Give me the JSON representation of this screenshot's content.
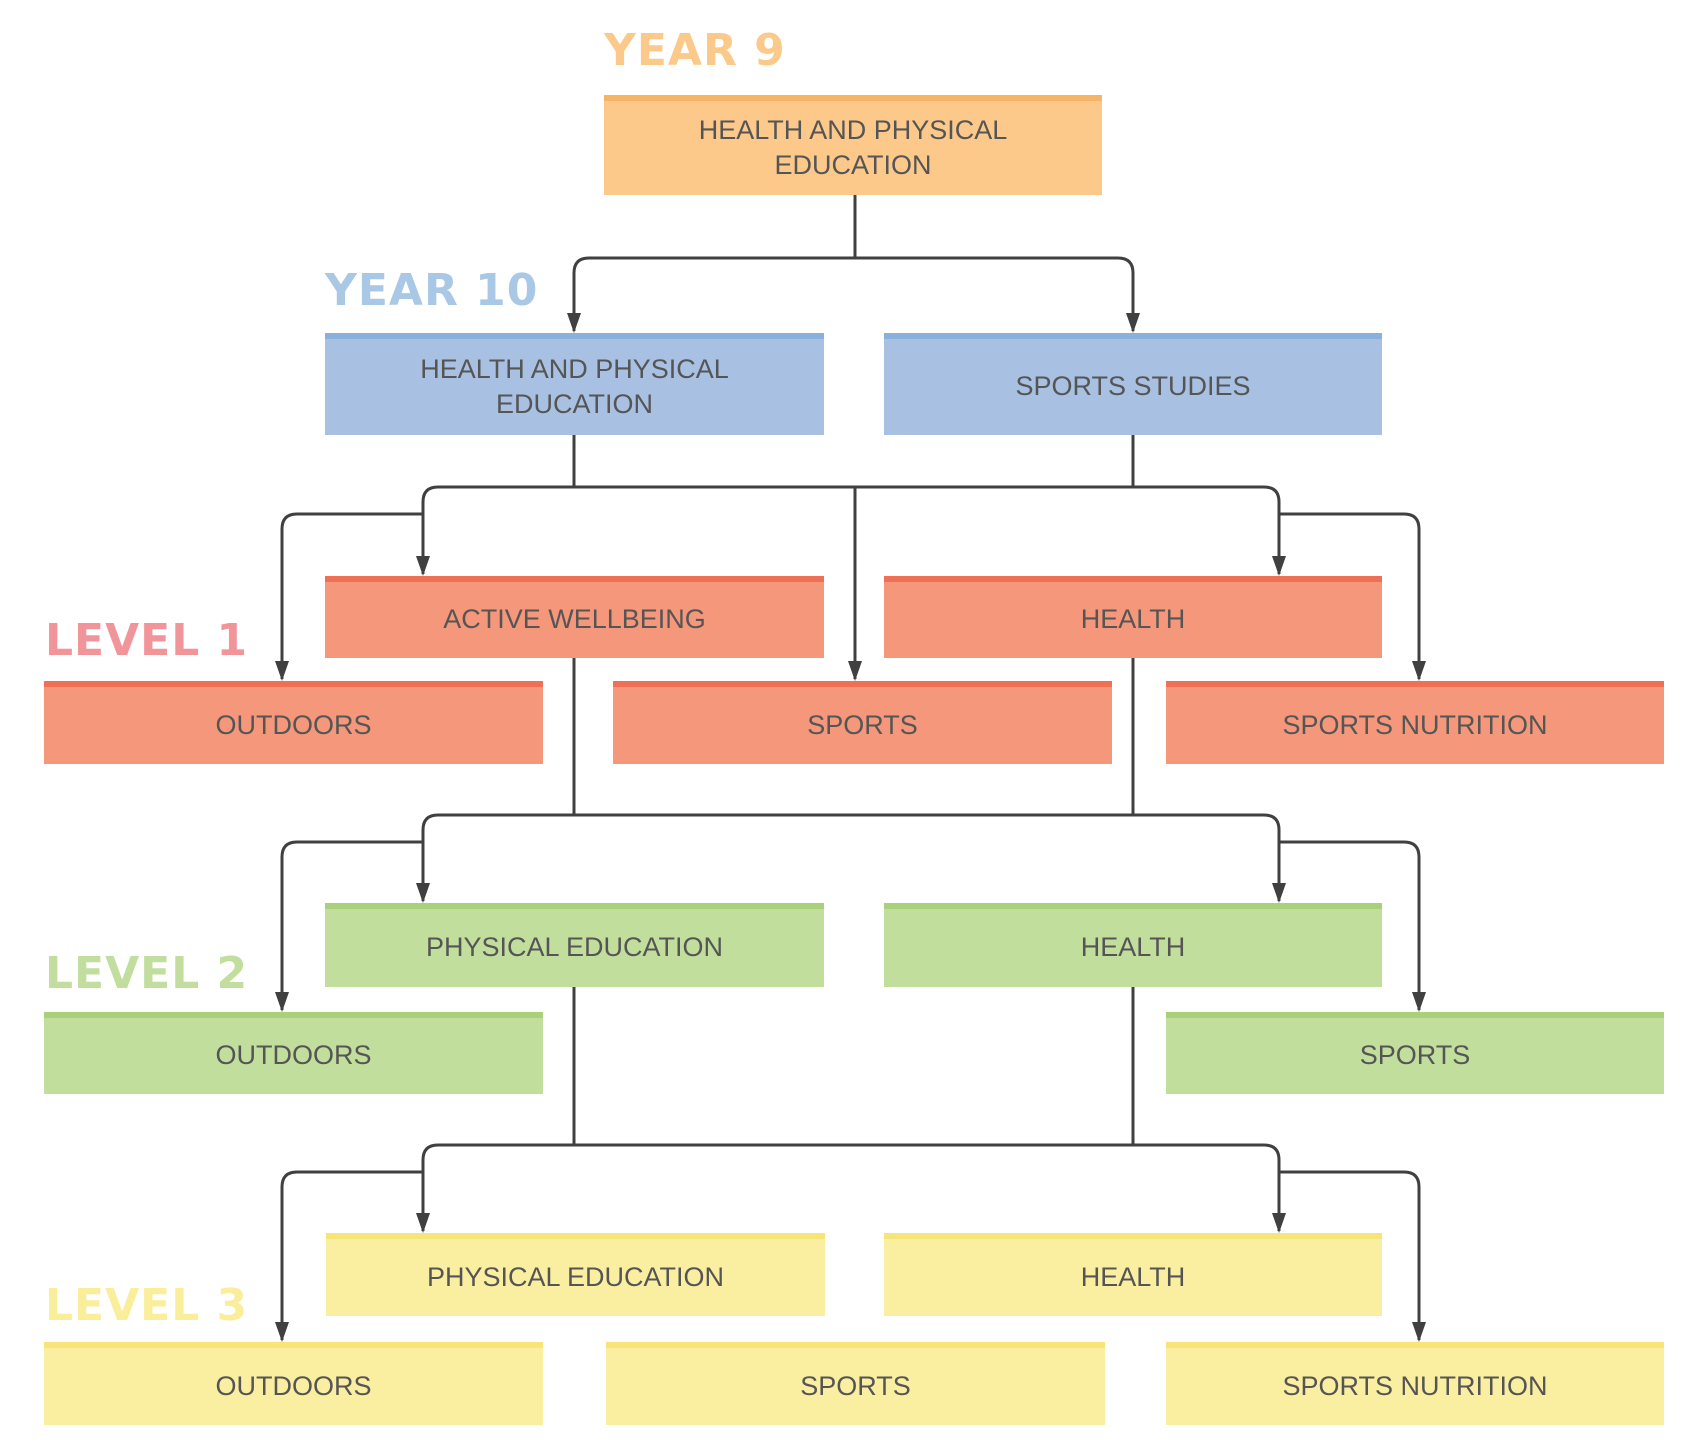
{
  "title": "Health and Physical Education pathway",
  "tiers": [
    {
      "id": "year9",
      "label": "YEAR 9",
      "label_color": "#FBC98A",
      "fill": "#FCC98A",
      "bar": "#F7B466"
    },
    {
      "id": "year10",
      "label": "YEAR 10",
      "label_color": "#A8C8E6",
      "fill": "#A8C1E2",
      "bar": "#8AB0DC"
    },
    {
      "id": "level1",
      "label": "LEVEL 1",
      "label_color": "#F2959A",
      "fill": "#F4977A",
      "bar": "#F07055"
    },
    {
      "id": "level2",
      "label": "LEVEL 2",
      "label_color": "#C2DE9E",
      "fill": "#C2DE9D",
      "bar": "#A9D17A"
    },
    {
      "id": "level3",
      "label": "LEVEL 3",
      "label_color": "#FAEE9A",
      "fill": "#FAEEA0",
      "bar": "#F8E57A"
    }
  ],
  "nodes": {
    "y9_hpe": {
      "tier": "year9",
      "text": "HEALTH AND PHYSICAL\nEDUCATION"
    },
    "y10_hpe": {
      "tier": "year10",
      "text": "HEALTH AND PHYSICAL\nEDUCATION"
    },
    "y10_sports_studies": {
      "tier": "year10",
      "text": "SPORTS STUDIES"
    },
    "l1_active_wellbeing": {
      "tier": "level1",
      "text": "ACTIVE WELLBEING"
    },
    "l1_health": {
      "tier": "level1",
      "text": "HEALTH"
    },
    "l1_outdoors": {
      "tier": "level1",
      "text": "OUTDOORS"
    },
    "l1_sports": {
      "tier": "level1",
      "text": "SPORTS"
    },
    "l1_sports_nutrition": {
      "tier": "level1",
      "text": "SPORTS NUTRITION"
    },
    "l2_physical_education": {
      "tier": "level2",
      "text": "PHYSICAL EDUCATION"
    },
    "l2_health": {
      "tier": "level2",
      "text": "HEALTH"
    },
    "l2_outdoors": {
      "tier": "level2",
      "text": "OUTDOORS"
    },
    "l2_sports": {
      "tier": "level2",
      "text": "SPORTS"
    },
    "l3_physical_education": {
      "tier": "level3",
      "text": "PHYSICAL EDUCATION"
    },
    "l3_health": {
      "tier": "level3",
      "text": "HEALTH"
    },
    "l3_outdoors": {
      "tier": "level3",
      "text": "OUTDOORS"
    },
    "l3_sports": {
      "tier": "level3",
      "text": "SPORTS"
    },
    "l3_sports_nutrition": {
      "tier": "level3",
      "text": "SPORTS NUTRITION"
    }
  },
  "connections": [
    {
      "from": [
        "y9_hpe"
      ],
      "to": [
        "y10_hpe",
        "y10_sports_studies"
      ]
    },
    {
      "from": [
        "y10_hpe",
        "y10_sports_studies"
      ],
      "to": [
        "l1_outdoors",
        "l1_active_wellbeing",
        "l1_sports",
        "l1_health",
        "l1_sports_nutrition"
      ]
    },
    {
      "from": [
        "l1_active_wellbeing",
        "l1_health"
      ],
      "to": [
        "l2_outdoors",
        "l2_physical_education",
        "l2_health",
        "l2_sports"
      ]
    },
    {
      "from": [
        "l2_physical_education",
        "l2_health"
      ],
      "to": [
        "l3_outdoors",
        "l3_physical_education",
        "l3_health",
        "l3_sports_nutrition"
      ]
    }
  ],
  "line_color": "#404040"
}
